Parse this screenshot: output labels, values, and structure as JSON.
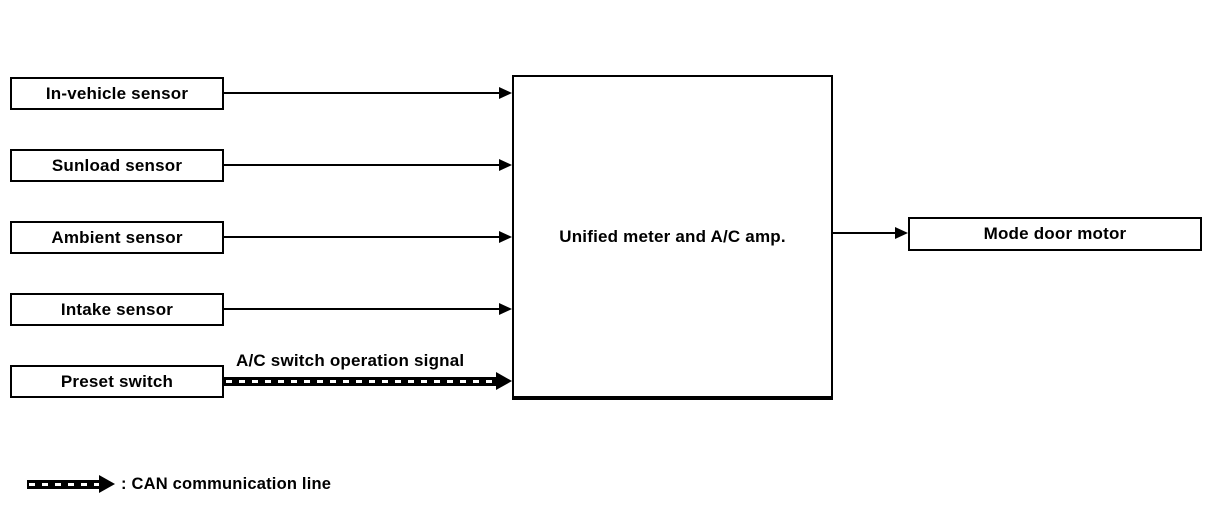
{
  "diagram": {
    "inputs": [
      {
        "label": "In-vehicle sensor",
        "signal_type": "direct"
      },
      {
        "label": "Sunload sensor",
        "signal_type": "direct"
      },
      {
        "label": "Ambient sensor",
        "signal_type": "direct"
      },
      {
        "label": "Intake sensor",
        "signal_type": "direct"
      },
      {
        "label": "Preset switch",
        "signal_type": "can"
      }
    ],
    "can_arrow_label": "A/C switch operation signal",
    "center_box_label": "Unified meter and A/C amp.",
    "output_box_label": "Mode door motor",
    "legend_label": ": CAN communication line",
    "colors": {
      "line": "#000000",
      "box_fill": "#ffffff",
      "text": "#000000",
      "background": "#ffffff"
    }
  }
}
